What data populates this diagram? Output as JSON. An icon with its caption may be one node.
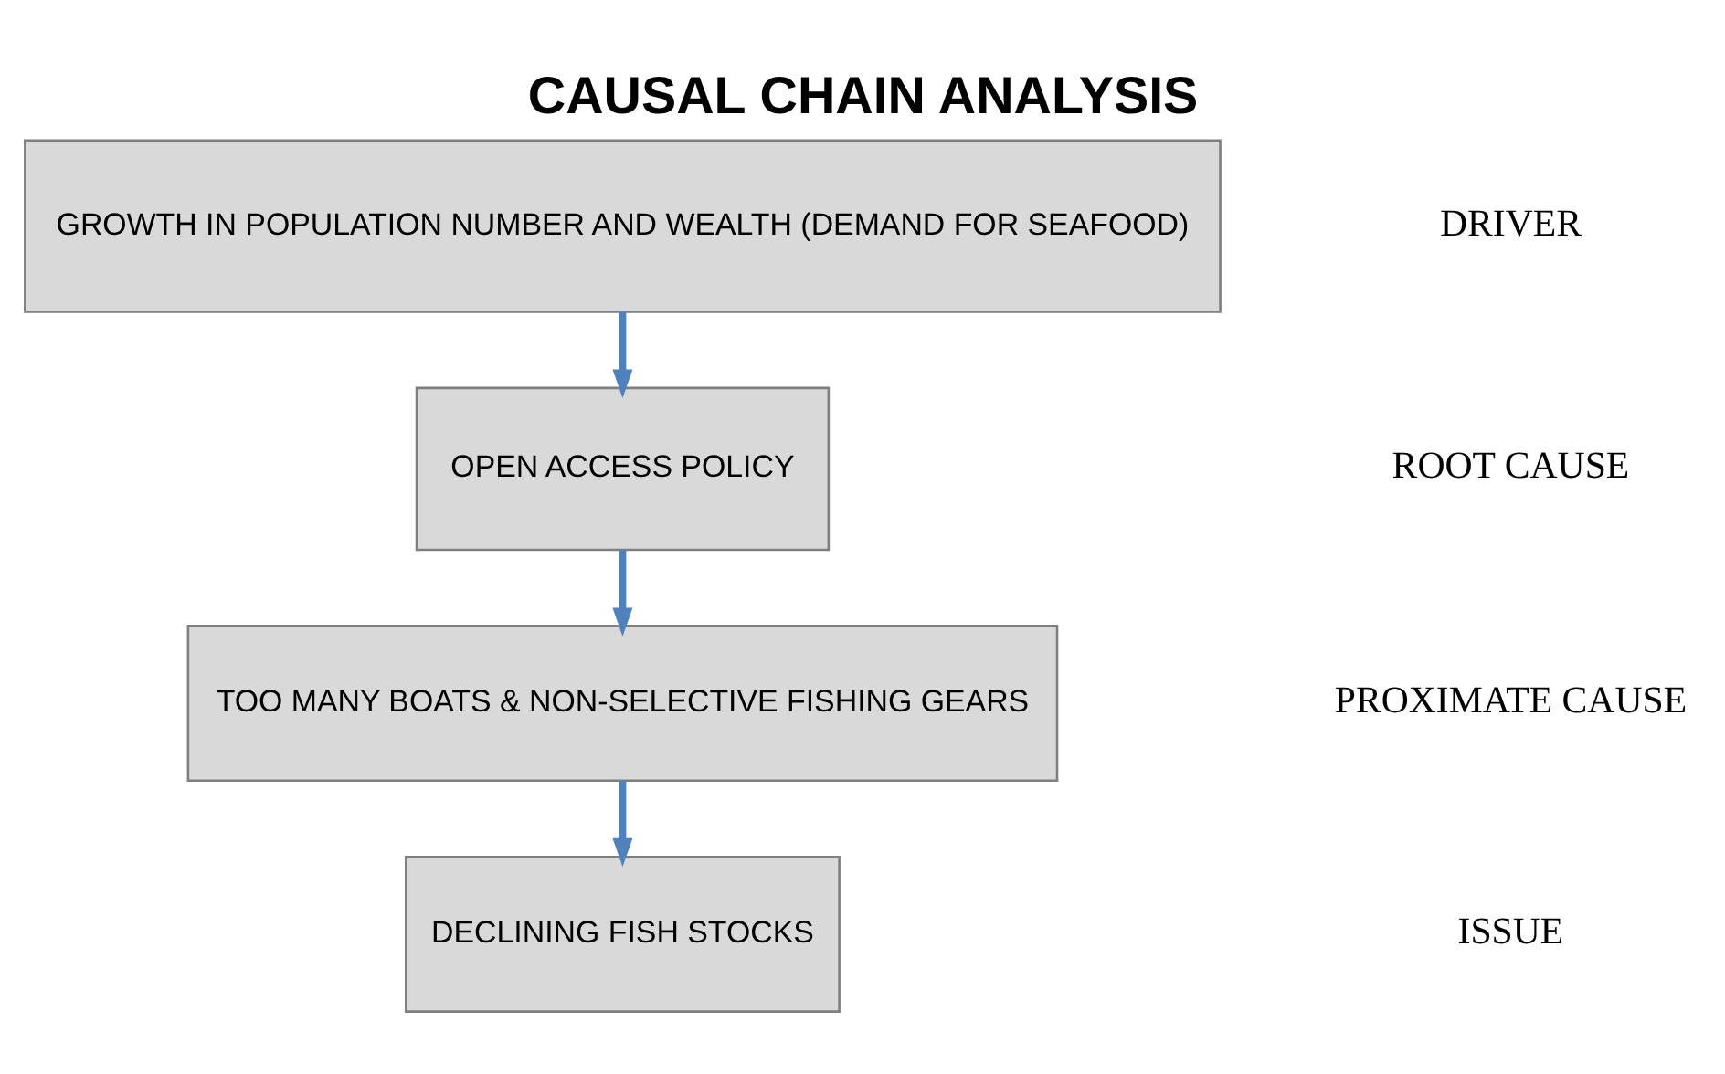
{
  "diagram": {
    "title": "CAUSAL CHAIN ANALYSIS",
    "nodes": [
      {
        "text": [
          "GROWTH IN POPULATION NUMBER AND WEALTH (DEMAND FOR SEAFOOD)"
        ]
      },
      {
        "text": [
          "OPEN ACCESS POLICY"
        ]
      },
      {
        "text": [
          "TOO MANY BOATS & NON-SELECTIVE FISHING GEARS"
        ]
      },
      {
        "text": [
          "DECLINING FISH STOCKS"
        ]
      }
    ],
    "edges": [
      {
        "from": 0,
        "to": 1,
        "arrow": "to"
      },
      {
        "from": 1,
        "to": 2,
        "arrow": "to"
      },
      {
        "from": 2,
        "to": 3,
        "arrow": "to"
      }
    ],
    "labels": [
      "DRIVER",
      "ROOT CAUSE",
      "PROXIMATE CAUSE",
      "ISSUE"
    ]
  }
}
